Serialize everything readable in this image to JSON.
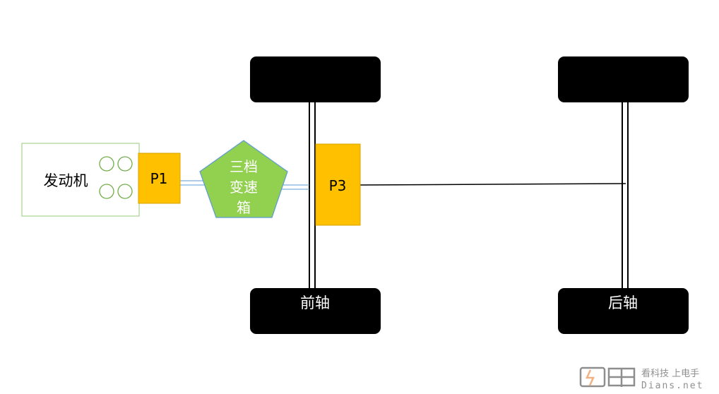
{
  "components": {
    "engine": {
      "label": "发动机"
    },
    "p1": {
      "label": "P1"
    },
    "gearbox": {
      "line1": "三档",
      "line2": "变速",
      "line3": "箱"
    },
    "p3": {
      "label": "P3"
    },
    "front_axle": {
      "label": "前轴"
    },
    "rear_axle": {
      "label": "后轴"
    }
  },
  "watermark": {
    "slogan": "看科技 上电手",
    "site": "Dians.net"
  },
  "colors": {
    "motor_fill": "#FFC000",
    "motor_stroke": "#D9A500",
    "gearbox_fill": "#92D050",
    "gearbox_stroke": "#5B9BD5",
    "engine_stroke": "#70AD47",
    "shaft": "#5B9BD5",
    "wheel": "#000000"
  }
}
